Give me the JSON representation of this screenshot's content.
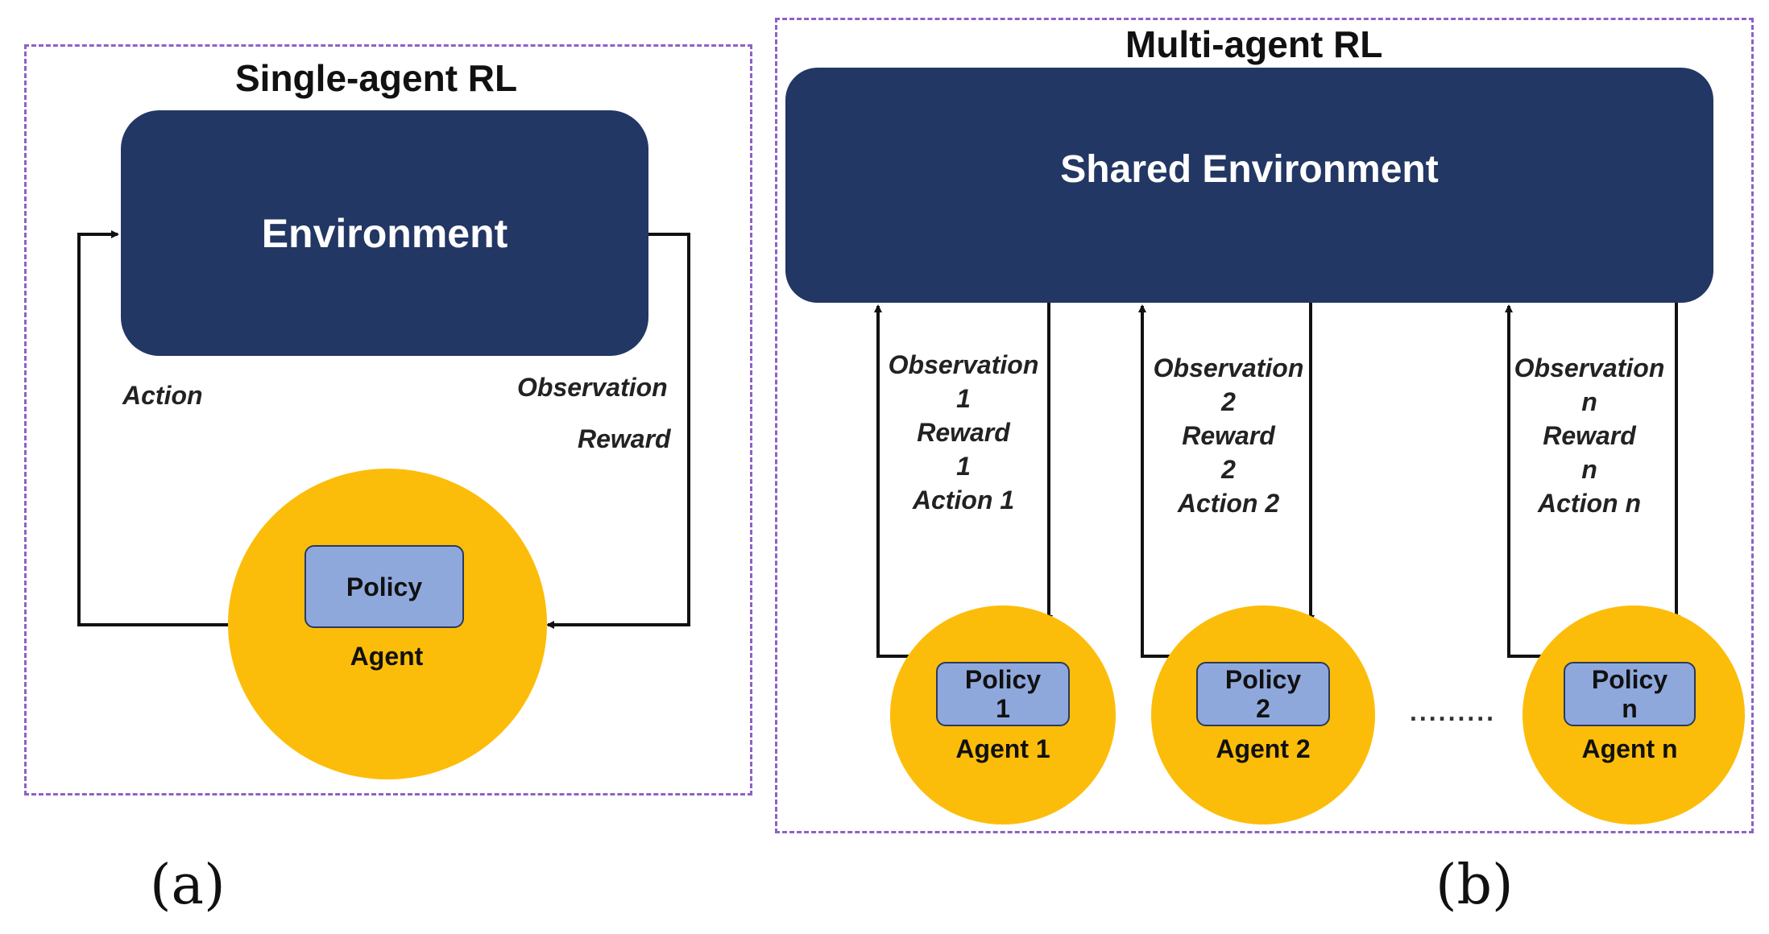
{
  "panel_a": {
    "title": "Single-agent RL",
    "environment": "Environment",
    "action_label": "Action",
    "observation_label": "Observation",
    "reward_label": "Reward",
    "policy": "Policy",
    "agent": "Agent",
    "caption": "(a)"
  },
  "panel_b": {
    "title": "Multi-agent RL",
    "environment": "Shared Environment",
    "agents": [
      {
        "labels": "Observation\n1\nReward\n1\nAction 1",
        "policy": "Policy\n1",
        "agent": "Agent 1"
      },
      {
        "labels": "Observation\n2\nReward\n2\nAction 2",
        "policy": "Policy\n2",
        "agent": "Agent 2"
      },
      {
        "labels": "Observation\nn\nReward\nn\nAction n",
        "policy": "Policy\nn",
        "agent": "Agent n"
      }
    ],
    "ellipsis": ".........",
    "caption": "(b)"
  },
  "colors": {
    "environment": "#223763",
    "agent": "#fcbd0a",
    "policy": "#8fa8dc",
    "panel_border": "#8e62c4"
  }
}
